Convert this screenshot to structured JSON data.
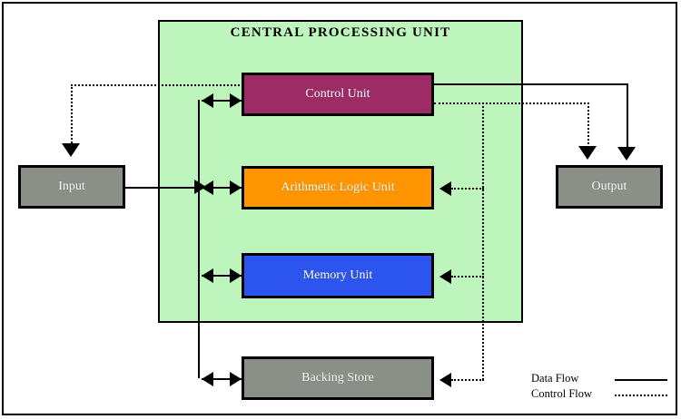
{
  "diagram": {
    "title": "CENTRAL PROCESSING UNIT",
    "cpu_region_label": "CENTRAL PROCESSING UNIT",
    "nodes": [
      {
        "id": "control",
        "label": "Control Unit",
        "color": "#9c2b66",
        "text_color": "#ffffff",
        "inside_cpu": true
      },
      {
        "id": "alu",
        "label": "Arithmetic Logic Unit",
        "color": "#ff9500",
        "text_color": "#ffffff",
        "inside_cpu": true
      },
      {
        "id": "memory",
        "label": "Memory Unit",
        "color": "#2b55ee",
        "text_color": "#ffffff",
        "inside_cpu": true
      },
      {
        "id": "input",
        "label": "Input",
        "color": "#8a8f87",
        "text_color": "#ffffff",
        "inside_cpu": false
      },
      {
        "id": "output",
        "label": "Output",
        "color": "#8a8f87",
        "text_color": "#ffffff",
        "inside_cpu": false
      },
      {
        "id": "backing",
        "label": "Backing Store",
        "color": "#8a8f87",
        "text_color": "#ffffff",
        "inside_cpu": false
      }
    ],
    "region_color": "#bdf5bd",
    "border_color": "#000000",
    "edges": [
      {
        "from": "input",
        "to": "bus",
        "kind": "data",
        "arrows": "one"
      },
      {
        "from": "bus",
        "to": "control",
        "kind": "data",
        "arrows": "both"
      },
      {
        "from": "bus",
        "to": "alu",
        "kind": "data",
        "arrows": "both"
      },
      {
        "from": "bus",
        "to": "memory",
        "kind": "data",
        "arrows": "both"
      },
      {
        "from": "bus",
        "to": "backing",
        "kind": "data",
        "arrows": "both"
      },
      {
        "from": "control",
        "to": "output",
        "kind": "data",
        "arrows": "one"
      },
      {
        "from": "control",
        "to": "input",
        "kind": "control",
        "arrows": "one"
      },
      {
        "from": "control",
        "to": "output",
        "kind": "control",
        "arrows": "one"
      },
      {
        "from": "control",
        "to": "alu",
        "kind": "control",
        "arrows": "one"
      },
      {
        "from": "control",
        "to": "memory",
        "kind": "control",
        "arrows": "one"
      },
      {
        "from": "control",
        "to": "backing",
        "kind": "control",
        "arrows": "one"
      }
    ],
    "legend": {
      "items": [
        {
          "label": "Data Flow",
          "style": "solid"
        },
        {
          "label": "Control Flow",
          "style": "dotted"
        }
      ]
    }
  }
}
